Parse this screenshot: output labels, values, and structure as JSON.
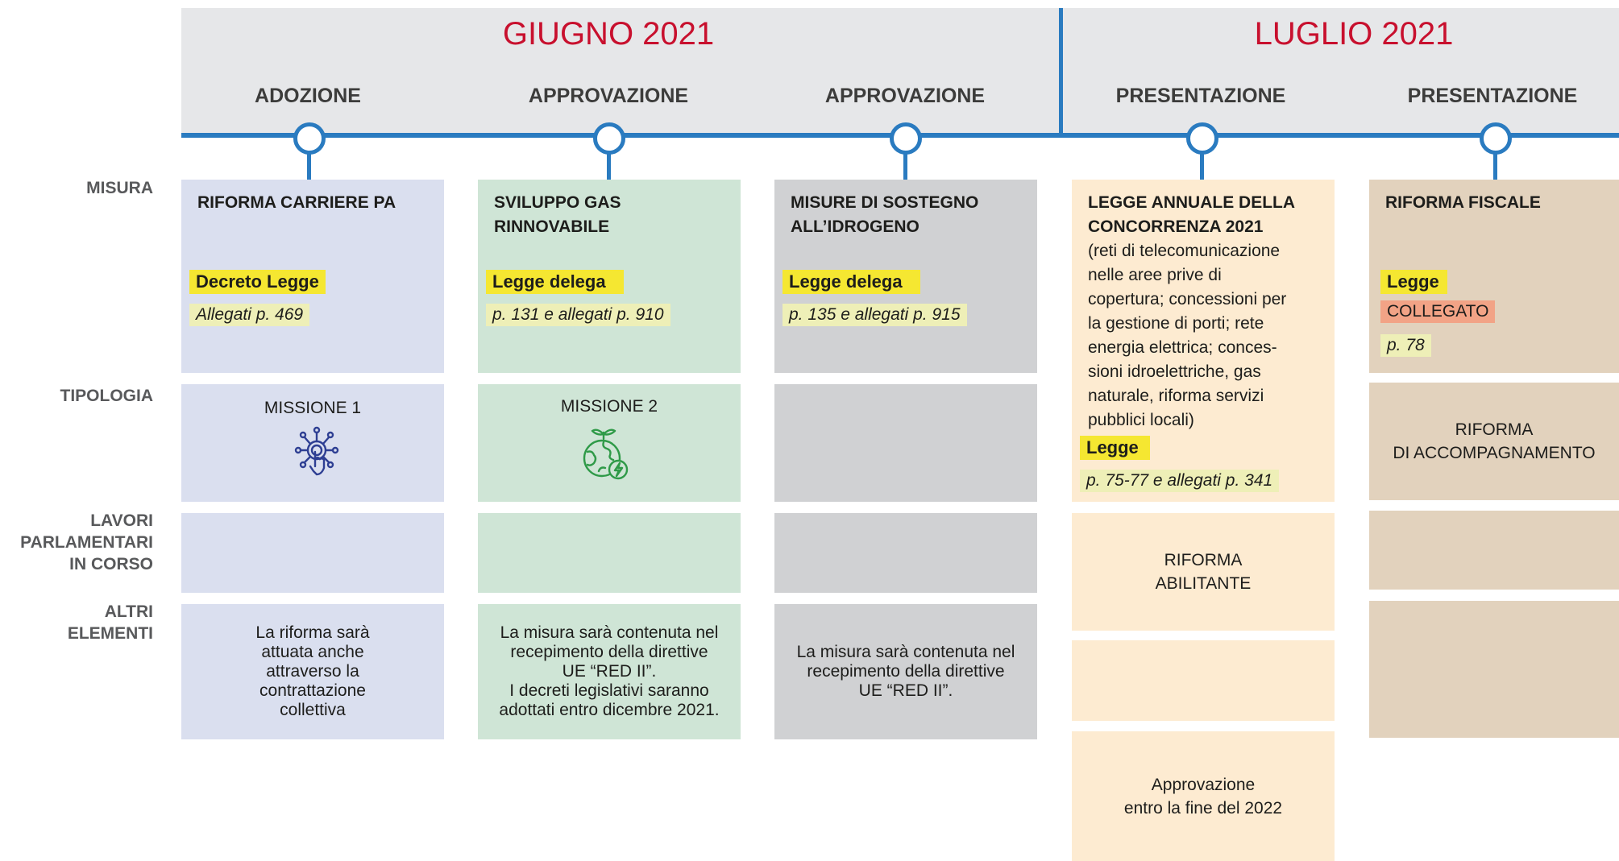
{
  "header": {
    "months": [
      "GIUGNO 2021",
      "LUGLIO 2021"
    ],
    "phases": [
      "ADOZIONE",
      "APPROVAZIONE",
      "APPROVAZIONE",
      "PRESENTAZIONE",
      "PRESENTAZIONE"
    ]
  },
  "row_labels": {
    "misura": "MISURA",
    "tipologia": "TIPOLOGIA",
    "lavori": [
      "LAVORI",
      "PARLAMENTARI",
      "IN CORSO"
    ],
    "altri": [
      "ALTRI",
      "ELEMENTI"
    ]
  },
  "columns": [
    {
      "title": "RIFORMA CARRIERE PA",
      "tag": "Decreto Legge",
      "ref": "Allegati p. 469",
      "tipologia": "MISSIONE 1",
      "icon": "digital-touch-icon",
      "altri": [
        "La riforma sarà",
        "attuata anche",
        "attraverso la",
        "contrattazione",
        "collettiva"
      ]
    },
    {
      "title": [
        "SVILUPPO GAS",
        "RINNOVABILE"
      ],
      "tag": "Legge delega",
      "ref": "p. 131 e allegati p. 910",
      "tipologia": "MISSIONE 2",
      "icon": "green-earth-energy-icon",
      "altri": [
        "La misura sarà contenuta nel",
        "recepimento della direttive",
        "UE “RED II”.",
        "I decreti legislativi saranno",
        "adottati entro dicembre 2021."
      ]
    },
    {
      "title": [
        "MISURE DI SOSTEGNO",
        "ALL’IDROGENO"
      ],
      "tag": "Legge delega",
      "ref": "p. 135 e allegati p. 915",
      "altri": [
        "La misura sarà contenuta nel",
        "recepimento della direttive",
        "UE “RED II”."
      ]
    },
    {
      "title": [
        "LEGGE ANNUALE DELLA",
        "CONCORRENZA 2021"
      ],
      "desc": [
        "(reti di telecomunicazione",
        "nelle aree prive di",
        "copertura; concessioni per",
        "la gestione di porti; rete",
        "energia elettrica; conces-",
        "sioni idroelettriche, gas",
        "naturale, riforma servizi",
        "pubblici locali)"
      ],
      "tag": "Legge",
      "ref": "p. 75-77 e allegati p. 341",
      "tipologia": [
        "RIFORMA",
        "ABILITANTE"
      ],
      "altri": [
        "Approvazione",
        "entro la fine del 2022"
      ]
    },
    {
      "title": "RIFORMA FISCALE",
      "tag": "Legge",
      "tag2": "COLLEGATO",
      "ref": "p. 78",
      "tipologia": [
        "RIFORMA",
        "DI ACCOMPAGNAMENTO"
      ]
    }
  ],
  "colors": {
    "timeline": "#2a7bc0",
    "month": "#c8102e",
    "highlight": "#f5e731",
    "ref_highlight": "#eeefb7",
    "collegato": "#f2a386",
    "missione1_icon": "#2e3f93",
    "missione2_icon": "#2f9a48"
  }
}
